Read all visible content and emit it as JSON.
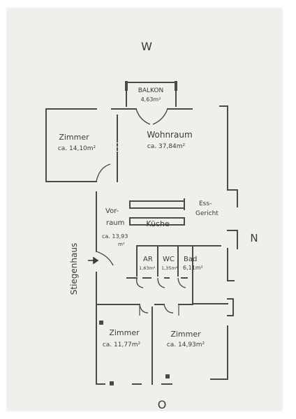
{
  "compass": {
    "west": "W",
    "north": "N",
    "east": "O"
  },
  "rooms": {
    "balkon": {
      "name": "BALKON",
      "area": "4,63m²"
    },
    "wohnraum": {
      "name": "Wohnraum",
      "area": "ca. 37,84m²"
    },
    "zimmer_left": {
      "name": "Zimmer",
      "area": "ca. 14,10m²"
    },
    "essgericht": {
      "line1": "Ess-",
      "line2": "Gericht"
    },
    "vorraum": {
      "line1": "Vor-",
      "line2": "raum",
      "area": "ca. 13,93",
      "unit": "m²"
    },
    "kueche": {
      "name": "Küche"
    },
    "ar": {
      "name": "AR",
      "area": "1,63m²"
    },
    "wc": {
      "name": "WC",
      "area": "1,35m²"
    },
    "bad": {
      "name": "Bad",
      "area": "6,11m²"
    },
    "zimmer_bottom_left": {
      "name": "Zimmer",
      "area": "ca. 11,77m²"
    },
    "zimmer_bottom_right": {
      "name": "Zimmer",
      "area": "ca. 14,93m²"
    },
    "stiegenhaus": {
      "name": "Stiegenhaus"
    }
  },
  "colors": {
    "paper": "#f0efec",
    "ink": "#3a3a3a",
    "wall": "#4a4a4a"
  }
}
